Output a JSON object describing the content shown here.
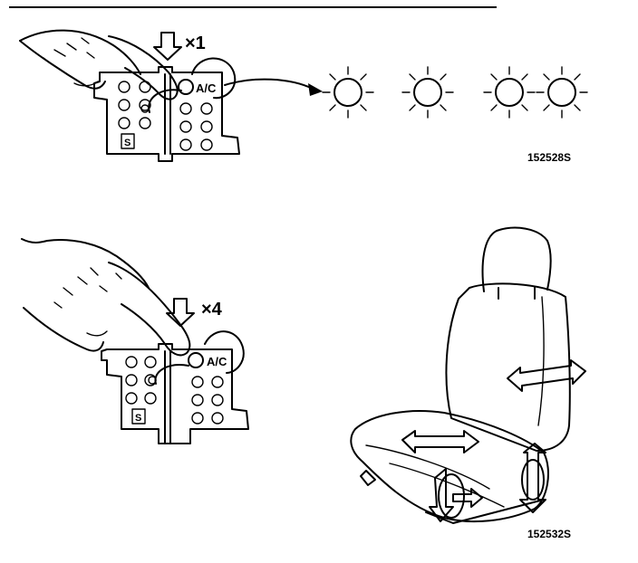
{
  "panels": [
    {
      "press_label": "×1",
      "switch_text": "A/C",
      "switch_mark": "S",
      "figure_code": "152528S"
    },
    {
      "press_label": "×4",
      "switch_text": "A/C",
      "switch_mark": "S",
      "figure_code": "152532S"
    }
  ],
  "indicator_lamps": 4,
  "seat_adjustment_arrows": [
    "fore-aft",
    "lumbar",
    "height-front",
    "height-rear"
  ]
}
